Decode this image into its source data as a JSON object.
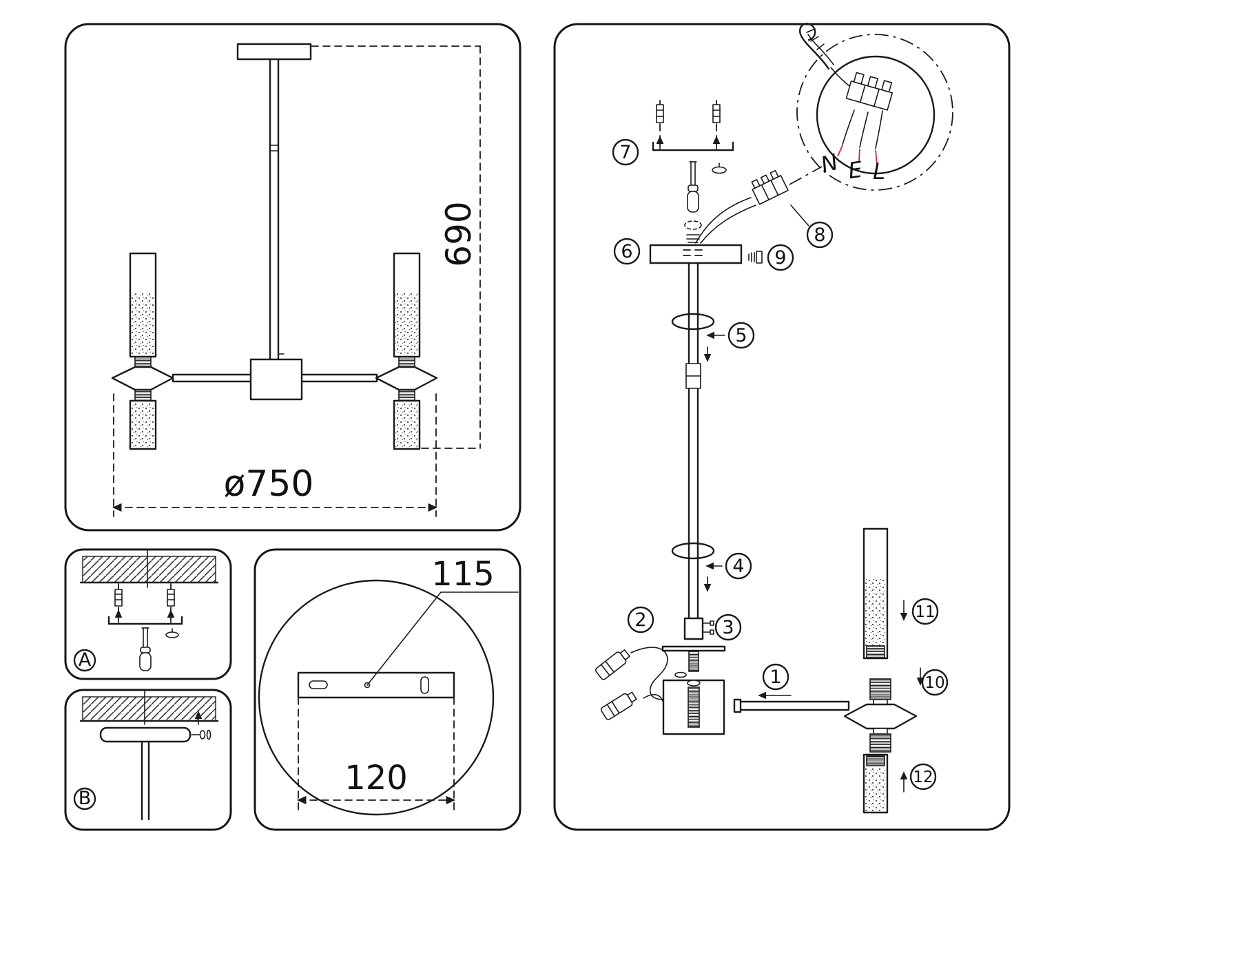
{
  "dims": {
    "height": "690",
    "diameter": "ø750",
    "plate_hole_spacing": "115",
    "plate_width": "120"
  },
  "panel_labels": {
    "a": "A",
    "b": "B"
  },
  "steps": {
    "1": "1",
    "2": "2",
    "3": "3",
    "4": "4",
    "5": "5",
    "6": "6",
    "7": "7",
    "8": "8",
    "9": "9",
    "10": "10",
    "11": "11",
    "12": "12"
  },
  "wiring": {
    "n": "N",
    "e": "E",
    "l": "L"
  },
  "colors": {
    "line": "#1a1a1a",
    "wire_mark": "#cc2a2a",
    "background": "#ffffff"
  }
}
